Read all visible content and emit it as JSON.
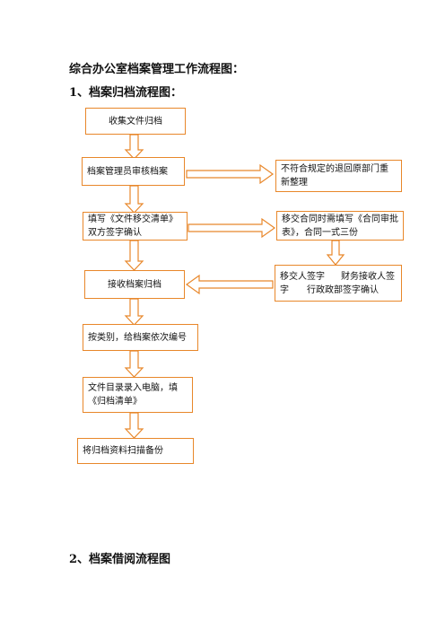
{
  "page": {
    "title": "综合办公室档案管理工作流程图：",
    "section1": "1、档案归档流程图：",
    "section2": "2、档案借阅流程图"
  },
  "flow": {
    "steps": [
      "收集文件归档",
      "档案管理员审核档案",
      "填写《文件移交清单》双方签字确认",
      "接收档案归档",
      "按类别，给档案依次编号",
      "文件目录录入电脑，填《归档清单》",
      "将归档资料扫描备份"
    ],
    "side_reject": "不符合规定的退回原部门重新整理",
    "side_contract": "移交合同时需填写《合同审批表》，合同一式三份",
    "side_sign_a": "移交人签字",
    "side_sign_b": "财务接收人签",
    "side_sign_c": "字",
    "side_sign_d": "行政政部签字确认"
  },
  "colors": {
    "border": "#e8872a",
    "arrow_fill": "#ffffff"
  }
}
